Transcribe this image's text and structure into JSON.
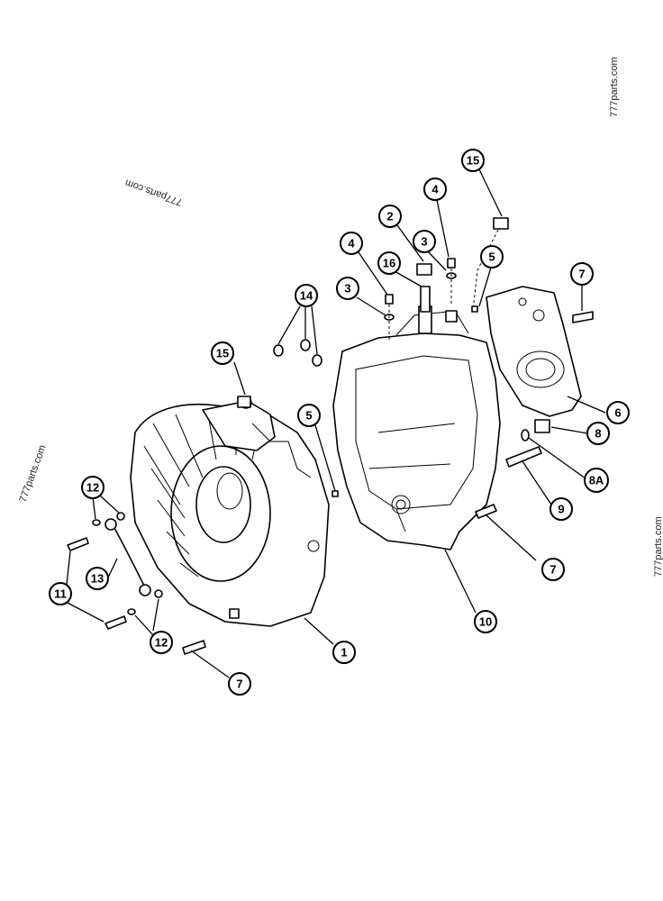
{
  "watermarks": [
    "777parts.com",
    "777parts.com",
    "777parts.com",
    "777parts.com"
  ],
  "callouts": [
    "15",
    "4",
    "2",
    "3",
    "16",
    "4",
    "3",
    "5",
    "7",
    "14",
    "6",
    "15",
    "5",
    "8",
    "8A",
    "9",
    "12",
    "13",
    "11",
    "12",
    "7",
    "10",
    "1",
    "7"
  ],
  "colors": {
    "line": "#000000",
    "background": "#ffffff"
  }
}
